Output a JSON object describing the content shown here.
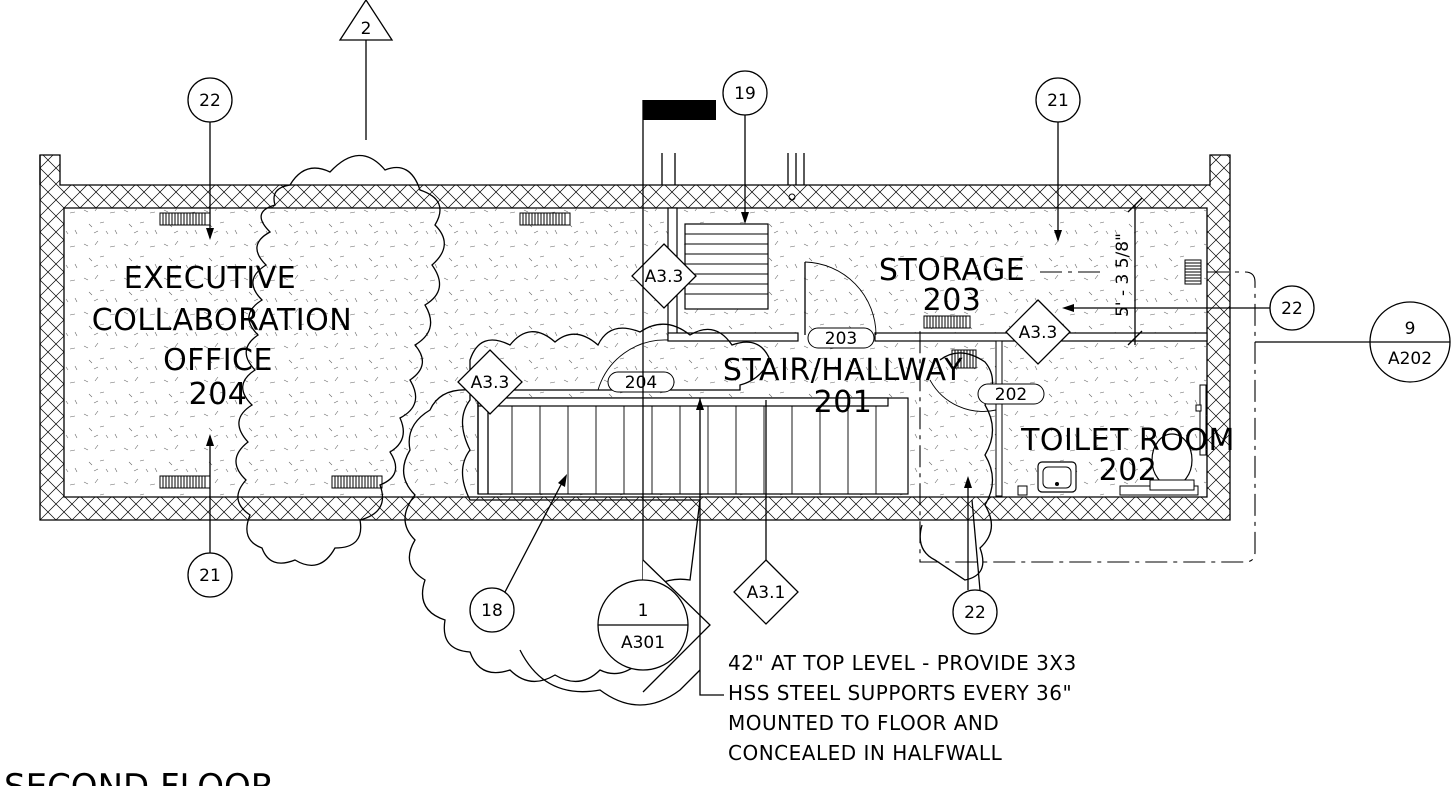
{
  "rooms": {
    "executive": {
      "line1": "EXECUTIVE",
      "line2": "COLLABORATION",
      "line3": "OFFICE",
      "number": "204"
    },
    "storage": {
      "name": "STORAGE",
      "number": "203"
    },
    "stair": {
      "name": "STAIR/HALLWAY",
      "number": "201"
    },
    "toilet": {
      "name": "TOILET ROOM",
      "number": "202"
    }
  },
  "door_tags": {
    "d203": "203",
    "d204": "204",
    "d202": "202"
  },
  "keynotes": {
    "k22_top": "22",
    "k19": "19",
    "k21_top": "21",
    "k22_right": "22",
    "k21_bottom": "21",
    "k18": "18",
    "k22_bottom": "22"
  },
  "revision": {
    "number": "2"
  },
  "sheet_refs": {
    "a33_left": "A3.3",
    "a33_stair": "A3.3",
    "a33_right": "A3.3",
    "a31": "A3.1"
  },
  "section_marker": {
    "number": "1",
    "sheet": "A301"
  },
  "elevation_marker": {
    "number": "9",
    "sheet": "A202"
  },
  "dimension": {
    "text": "5' - 3 5/8\""
  },
  "note": {
    "line1": "42\" AT TOP LEVEL - PROVIDE 3X3",
    "line2": "HSS STEEL SUPPORTS EVERY 36\"",
    "line3": "MOUNTED TO FLOOR AND",
    "line4": "CONCEALED IN HALFWALL"
  },
  "drawing_title": "SECOND FLOOR"
}
